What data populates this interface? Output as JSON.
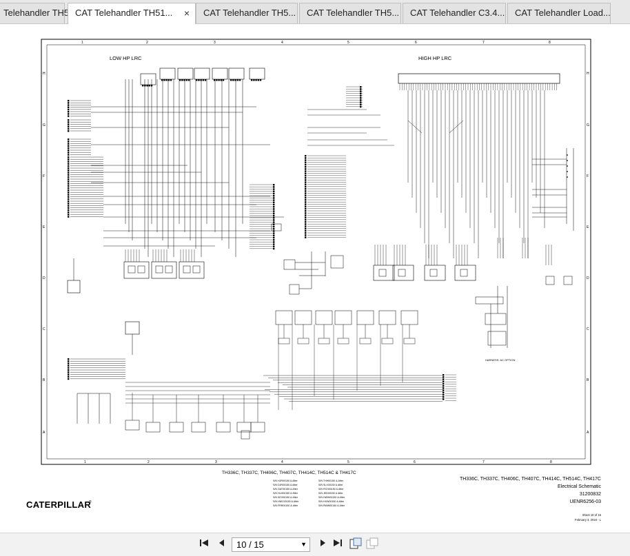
{
  "tabs": [
    {
      "label": "Telehandler TH5...",
      "active": false,
      "closable": false
    },
    {
      "label": "CAT Telehandler TH51...",
      "active": true,
      "closable": true
    },
    {
      "label": "CAT Telehandler TH5...",
      "active": false,
      "closable": false
    },
    {
      "label": "CAT Telehandler TH5...",
      "active": false,
      "closable": false
    },
    {
      "label": "CAT Telehandler C3.4...",
      "active": false,
      "closable": false
    },
    {
      "label": "CAT Telehandler Load...",
      "active": false,
      "closable": false
    }
  ],
  "close_glyph": "×",
  "schematic": {
    "low_title": "LOW HP LRC",
    "high_title": "HIGH HP LRC",
    "col_numbers": [
      "1",
      "2",
      "3",
      "4",
      "5",
      "6",
      "7",
      "8"
    ],
    "row_letters": [
      "H",
      "G",
      "F",
      "E",
      "D",
      "C",
      "B",
      "A"
    ],
    "harness_label": "HARNESS, AC OPTION"
  },
  "footer": {
    "models_center": "TH336C, TH337C, TH406C, TH407C, TH414C, TH514C & TH417C",
    "serial_left": [
      "S/N HJR00150 & After",
      "S/N DJR00150 & After",
      "S/N GAT00150 & After",
      "S/N HLH00150 & After",
      "S/N KEX00150 & After",
      "S/N HWC00150 & After",
      "S/N FRR00150 & After"
    ],
    "serial_right": [
      "S/N THH00150 & After",
      "S/N SLX00150 & After",
      "S/N RCH00150 & After",
      "S/N JED00150 & After",
      "S/N HWW00150 & After",
      "S/N HXW00150 & After",
      "S/N RWW00150 & After"
    ],
    "brand": "CATERPILLAR",
    "brand_mark": "®",
    "models_right": "TH336C, TH337C, TH406C, TH407C, TH414C, TH514C, TH417C",
    "doc_type": "Electrical Schematic",
    "part_no": "31200832",
    "doc_no": "UENR6256-03",
    "sheet": "Sheet 10 of 15",
    "date": "February 3, 2016 - L"
  },
  "toolbar": {
    "first_icon": "first-page-icon",
    "prev_icon": "previous-page-icon",
    "page_value": "10 / 15",
    "next_icon": "next-page-icon",
    "last_icon": "last-page-icon",
    "fit_icon": "fit-page-icon",
    "copy_icon": "copy-page-icon"
  }
}
